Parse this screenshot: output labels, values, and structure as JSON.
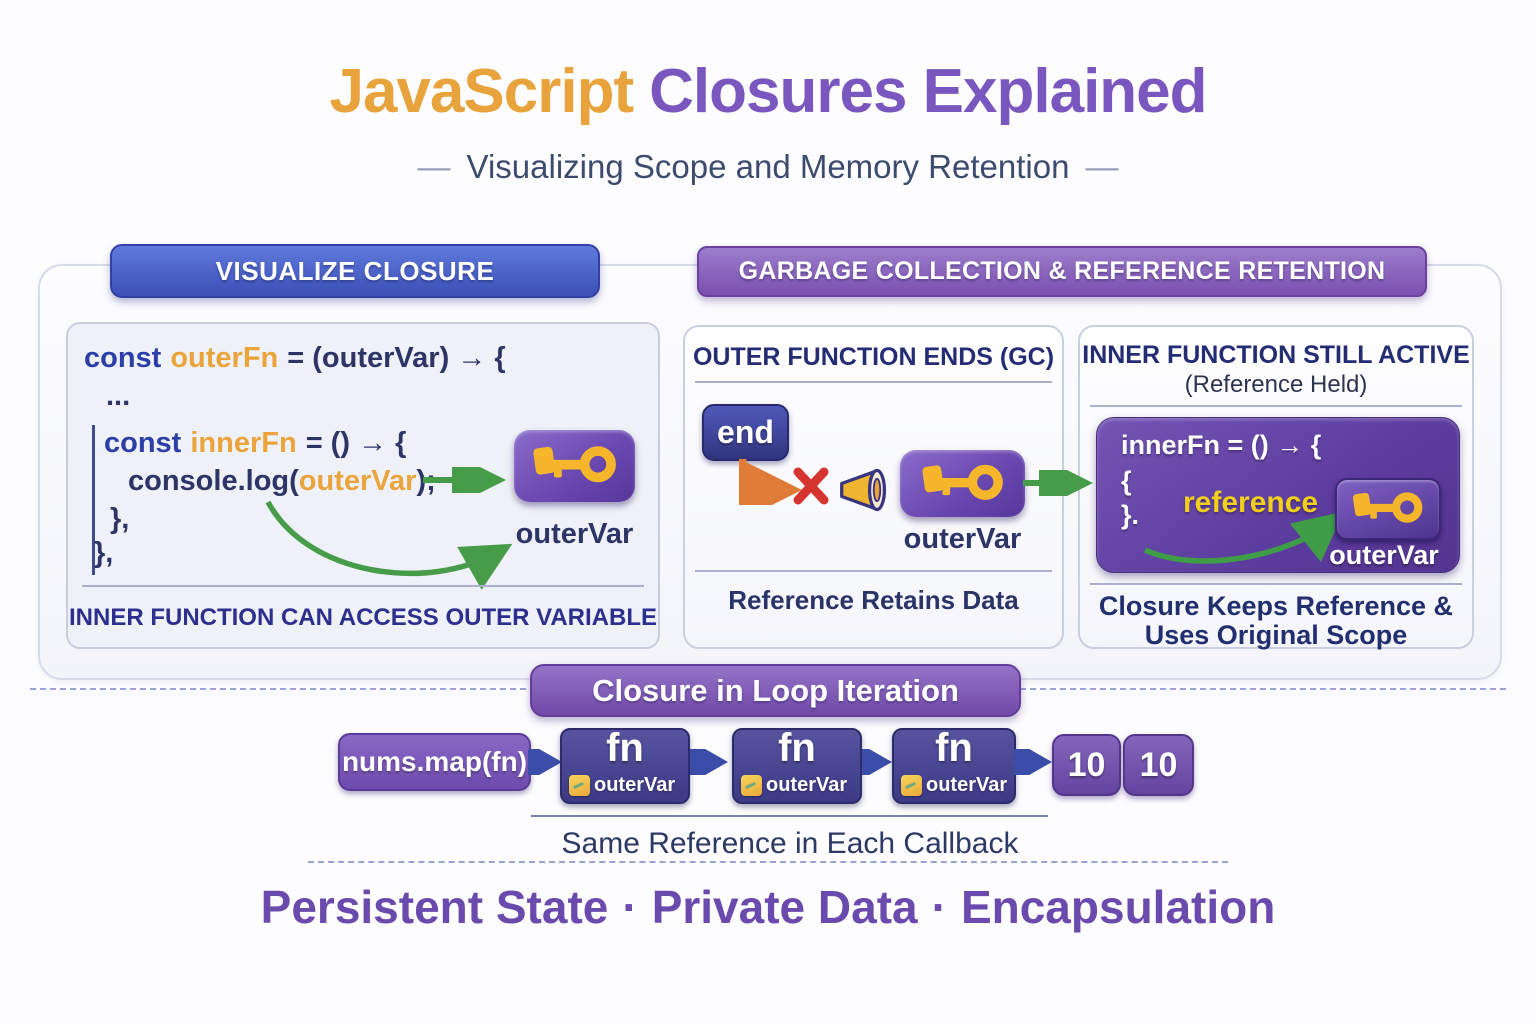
{
  "header": {
    "title_accent": "JavaScript",
    "title_rest": "Closures Explained",
    "subtitle": "Visualizing Scope and Memory Retention",
    "dash": "—"
  },
  "visualize": {
    "banner": "VISUALIZE CLOSURE",
    "code": {
      "l1_kw": "const",
      "l1_name": "outerFn",
      "l1_rest": "= (outerVar) → {",
      "l2": "...",
      "l3_kw": "const",
      "l3_name": "innerFn",
      "l3_rest": "= () → {",
      "l4_pre": "console.log(",
      "l4_arg": "outerVar",
      "l4_post": ");",
      "l5": "},",
      "l6": "},"
    },
    "key_label": "outerVar",
    "caption": "INNER FUNCTION CAN ACCESS OUTER VARIABLE"
  },
  "gc": {
    "banner": "GARBAGE COLLECTION & REFERENCE RETENTION",
    "outer_ends": {
      "title": "OUTER FUNCTION ENDS (GC)",
      "end_label": "end",
      "key_label": "outerVar",
      "caption": "Reference Retains Data"
    },
    "inner_active": {
      "title": "INNER FUNCTION STILL ACTIVE",
      "subtitle": "(Reference Held)",
      "code_l1": "innerFn = () → {",
      "code_l2": "{",
      "code_l3": "}.",
      "reference_label": "reference",
      "key_label": "outerVar",
      "caption1": "Closure Keeps Reference &",
      "caption2": "Uses Original Scope"
    }
  },
  "loop": {
    "banner": "Closure in Loop Iteration",
    "source": "nums.map(fn)",
    "fn": "fn",
    "fn_ref": "outerVar",
    "results": [
      "10",
      "10"
    ],
    "caption": "Same Reference in Each Callback"
  },
  "footer": {
    "items": [
      "Persistent State",
      "Private Data",
      "Encapsulation"
    ],
    "separator": "·"
  },
  "icons": {
    "key": "key-icon",
    "speaker": "speaker-icon",
    "x_mark": "x-mark-icon",
    "note": "note-icon",
    "arrows": [
      "green-arrow-icon",
      "orange-elbow-arrow-icon",
      "blue-arrow-icon"
    ]
  },
  "colors": {
    "accent_orange": "#E8A33C",
    "accent_purple": "#7A57BE",
    "code_navy": "#2D3566",
    "keyword_blue": "#2B3FA6",
    "green_arrow": "#479C49",
    "orange_arrow": "#DE7C38",
    "red_x": "#D6342F",
    "gold_key": "#F5B62C",
    "reference_yellow": "#F2CF1D",
    "banner_blue": "#3C4FB6",
    "banner_purple": "#7B50AF"
  }
}
